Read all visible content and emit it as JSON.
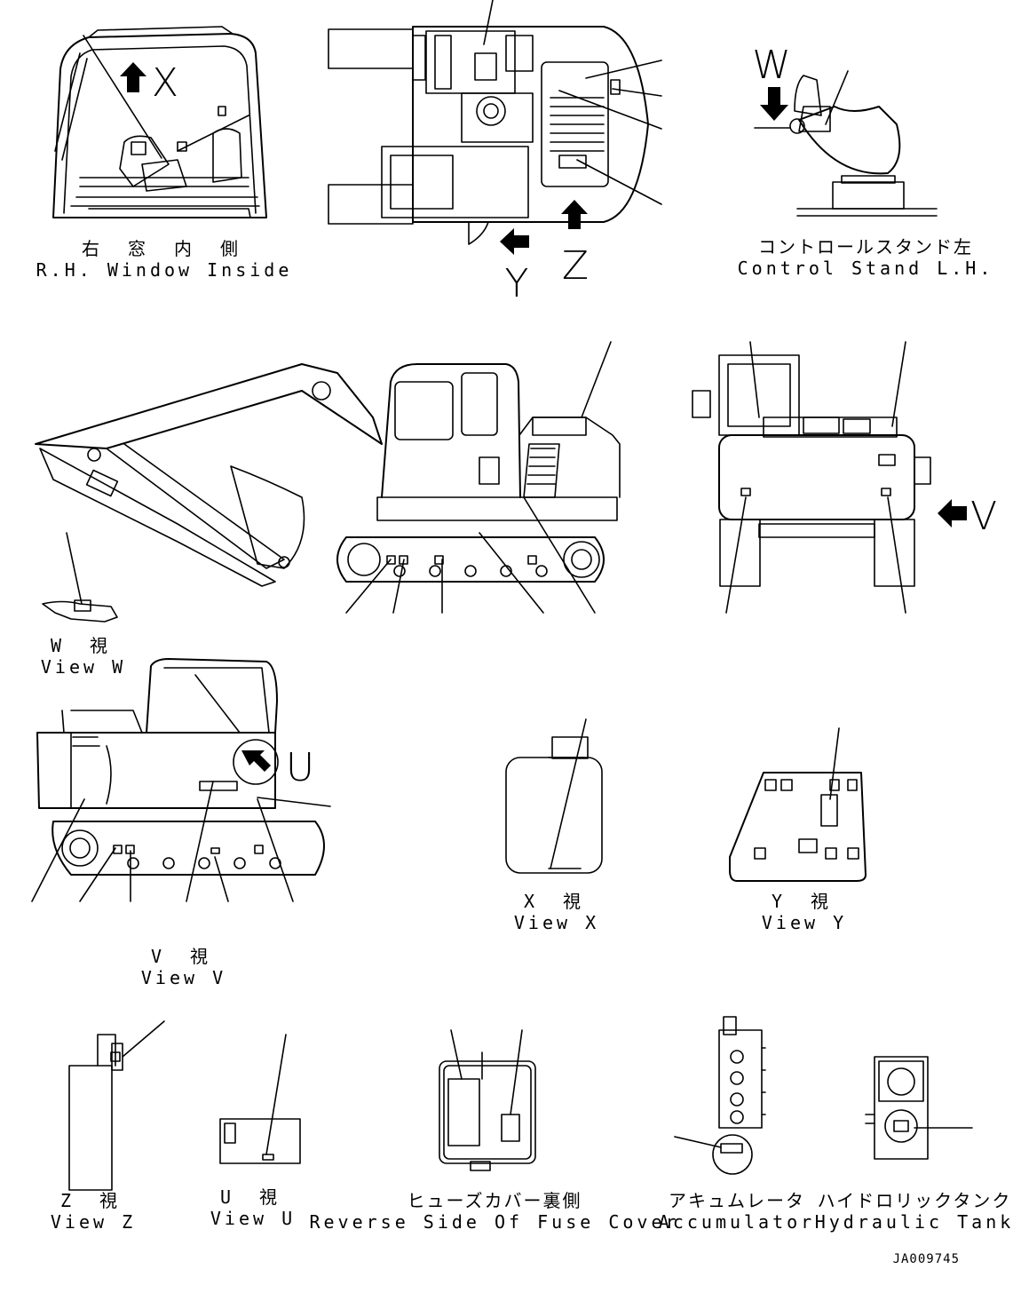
{
  "views": {
    "rh_window": {
      "jp": "右 窓 内 側",
      "en": "R.H. Window Inside"
    },
    "control_stand": {
      "jp": "コントロールスタンド左",
      "en": "Control Stand L.H."
    },
    "view_w": {
      "jp": "W 視",
      "en": "View W"
    },
    "view_v": {
      "jp": "V 視",
      "en": "View V"
    },
    "view_x": {
      "jp": "X 視",
      "en": "View X"
    },
    "view_y": {
      "jp": "Y 視",
      "en": "View Y"
    },
    "view_z": {
      "jp": "Z 視",
      "en": "View Z"
    },
    "view_u": {
      "jp": "U 視",
      "en": "View U"
    },
    "fuse_cover": {
      "jp": "ヒューズカバー裏側",
      "en": "Reverse Side Of Fuse Cover"
    },
    "accumulator": {
      "jp": "アキュムレータ",
      "en": "Accumulator"
    },
    "hydraulic_tank": {
      "jp": "ハイドロリックタンク",
      "en": "Hydraulic Tank"
    }
  },
  "view_letters": {
    "x": "X",
    "y": "Y",
    "z": "Z",
    "w": "W",
    "v": "V",
    "u": "U"
  },
  "document_id": "JA009745"
}
